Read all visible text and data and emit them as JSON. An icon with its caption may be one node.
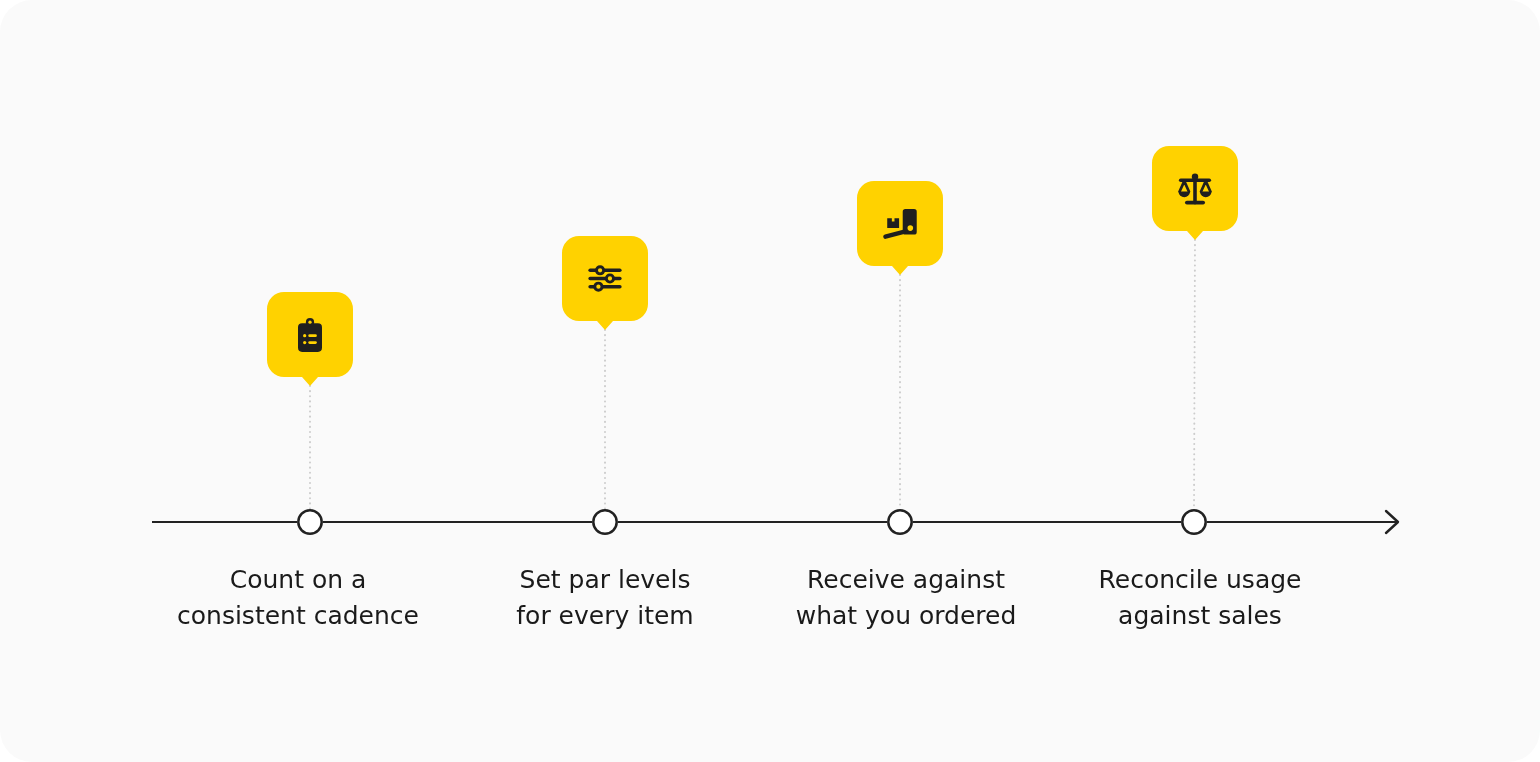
{
  "diagram": {
    "nodes": [
      {
        "text": [],
        "shape": "box"
      },
      {
        "text": [],
        "shape": "circle",
        "beside": [
          "Count on a consistent cadence"
        ]
      },
      {
        "text": [],
        "shape": "box"
      },
      {
        "text": [],
        "shape": "circle",
        "beside": [
          "Set par levels for every item"
        ]
      },
      {
        "text": [],
        "shape": "box"
      },
      {
        "text": [],
        "shape": "circle",
        "beside": [
          "Receive against what you ordered"
        ]
      },
      {
        "text": [],
        "shape": "box"
      },
      {
        "text": [],
        "shape": "circle",
        "beside": [
          "Reconcile usage against sales"
        ]
      }
    ],
    "edges": [
      {
        "from": 0,
        "to": 1,
        "arrow": "none",
        "style": "dashed",
        "color": "#cccccc"
      },
      {
        "from": 2,
        "to": 3,
        "arrow": "none",
        "style": "dashed",
        "color": "#cccccc"
      },
      {
        "from": 4,
        "to": 5,
        "arrow": "none",
        "style": "dashed",
        "color": "#cccccc"
      },
      {
        "from": 6,
        "to": 7,
        "arrow": "none",
        "style": "dashed",
        "color": "#cccccc"
      },
      {
        "from": null,
        "to": 1,
        "arrow": "none"
      },
      {
        "from": 1,
        "to": 3,
        "arrow": "none"
      },
      {
        "from": 3,
        "to": 5,
        "arrow": "none"
      },
      {
        "from": 5,
        "to": 7,
        "arrow": "none"
      },
      {
        "from": 7,
        "to": null,
        "arrow": "to"
      }
    ]
  }
}
